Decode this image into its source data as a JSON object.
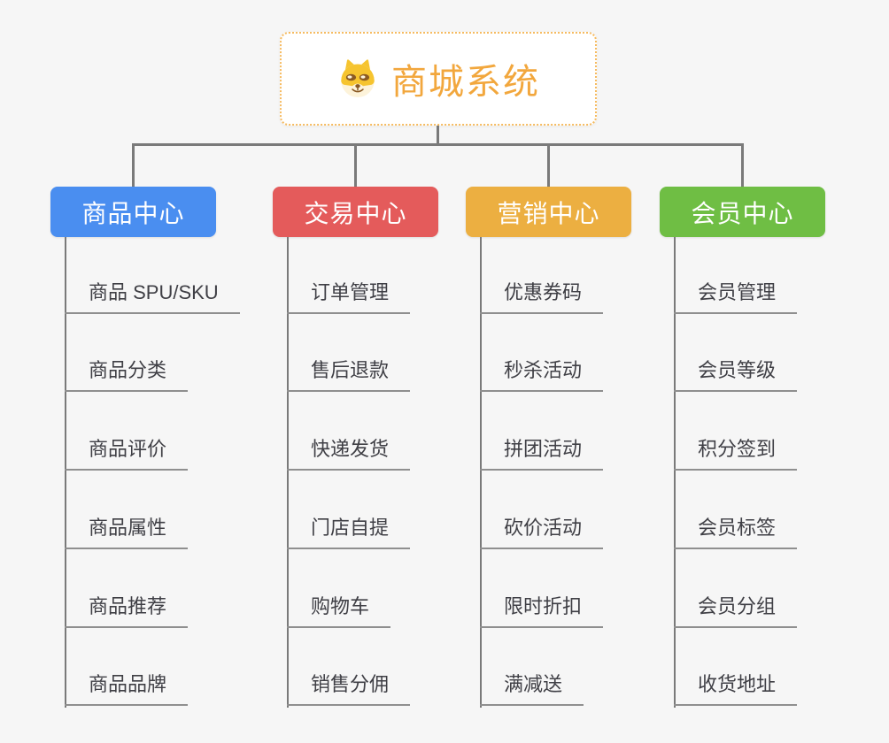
{
  "root": {
    "title": "商城系统",
    "icon": "doge-icon",
    "title_color": "#f2a73d",
    "border_color": "#f6bb60"
  },
  "colors": {
    "background": "#f6f6f6",
    "connector": "#7a7a7a",
    "leaf_underline": "#8f8f8f",
    "leaf_text": "#3f3f45"
  },
  "branches": [
    {
      "label": "商品中心",
      "color": "#4a8ef0",
      "items": [
        "商品 SPU/SKU",
        "商品分类",
        "商品评价",
        "商品属性",
        "商品推荐",
        "商品品牌"
      ]
    },
    {
      "label": "交易中心",
      "color": "#e45b5b",
      "items": [
        "订单管理",
        "售后退款",
        "快递发货",
        "门店自提",
        "购物车",
        "销售分佣"
      ]
    },
    {
      "label": "营销中心",
      "color": "#ecaf41",
      "items": [
        "优惠券码",
        "秒杀活动",
        "拼团活动",
        "砍价活动",
        "限时折扣",
        "满减送"
      ]
    },
    {
      "label": "会员中心",
      "color": "#6fbe44",
      "items": [
        "会员管理",
        "会员等级",
        "积分签到",
        "会员标签",
        "会员分组",
        "收货地址"
      ]
    }
  ]
}
